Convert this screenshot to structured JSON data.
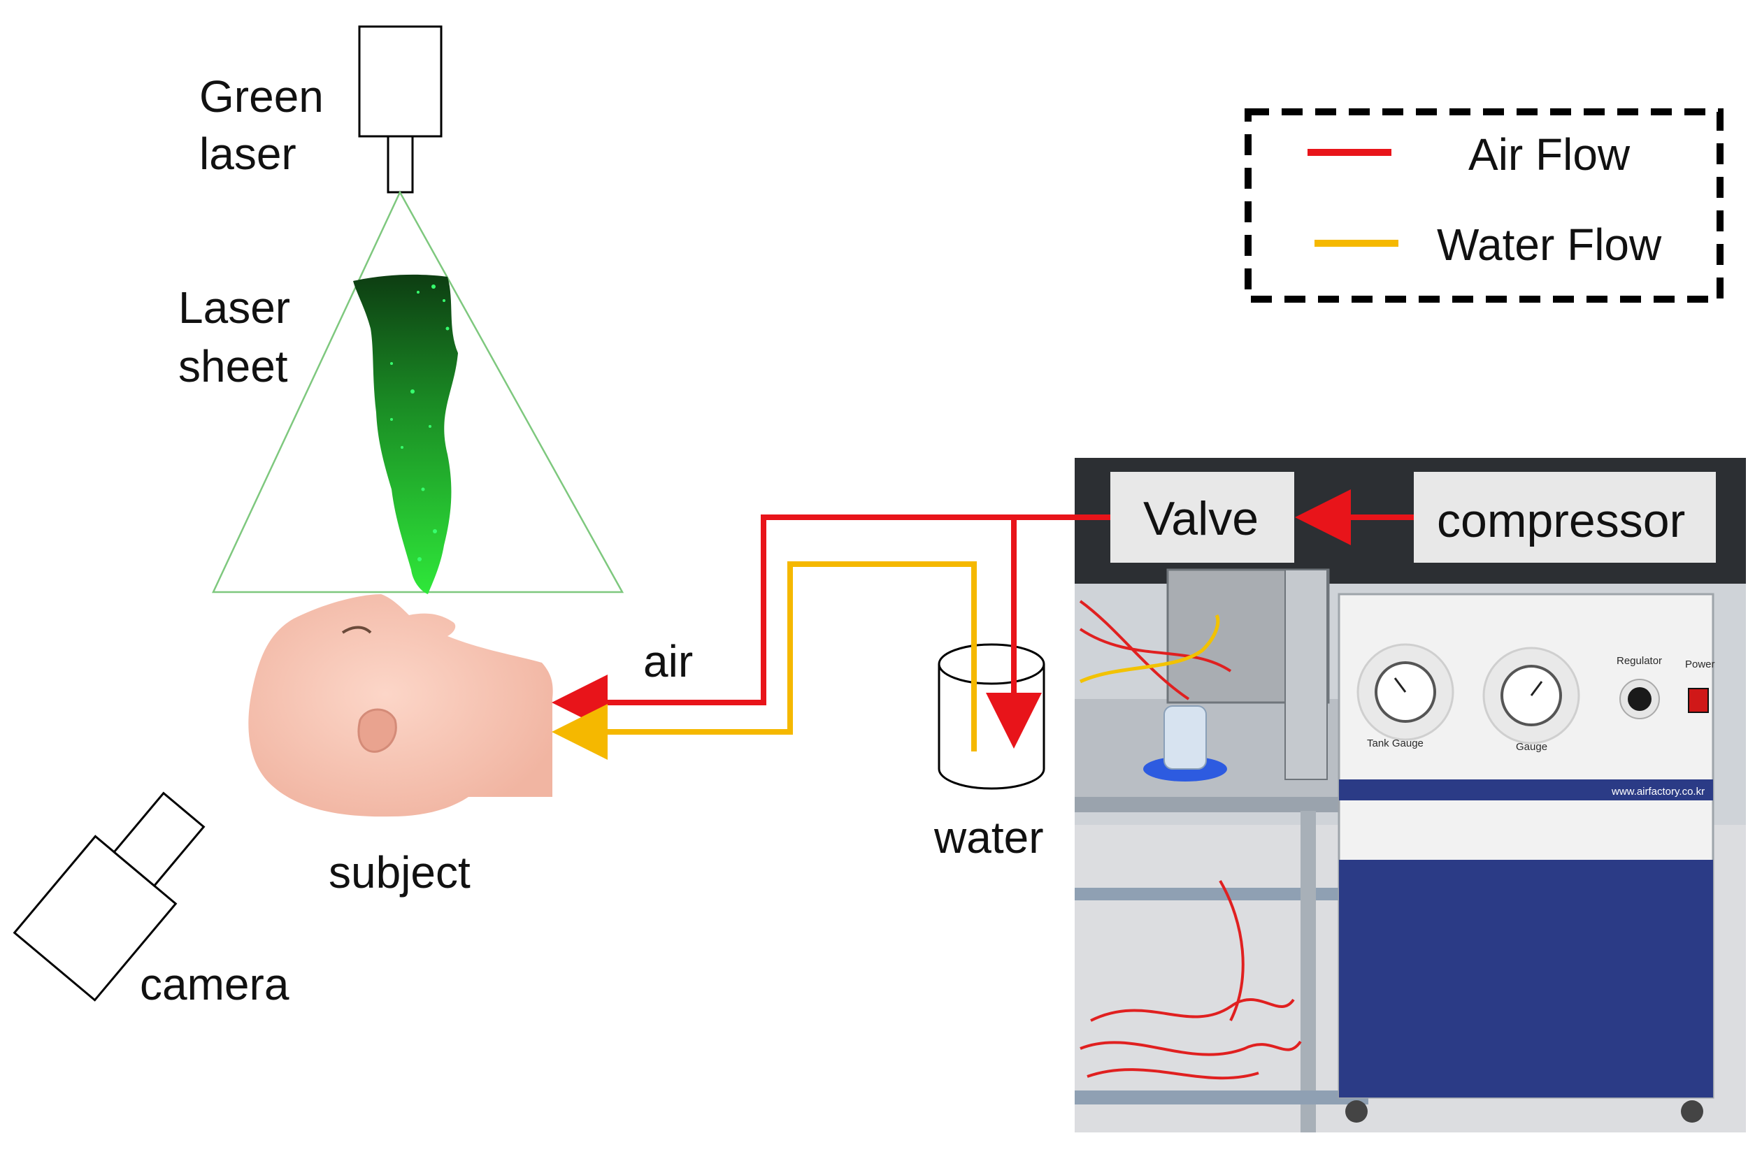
{
  "labels": {
    "green_laser_line1": "Green",
    "green_laser_line2": "laser",
    "laser_sheet_line1": "Laser",
    "laser_sheet_line2": "sheet",
    "air": "air",
    "water": "water",
    "subject": "subject",
    "camera": "camera",
    "valve": "Valve",
    "compressor": "compressor"
  },
  "legend": {
    "items": [
      {
        "label": "Air Flow",
        "color": "#e8141a"
      },
      {
        "label": "Water Flow",
        "color": "#f5b800"
      }
    ]
  },
  "device_panel": {
    "tank_gauge": "Tank Gauge",
    "gauge": "Gauge",
    "regulator": "Regulator",
    "power": "Power",
    "website": "www.airfactory.co.kr"
  },
  "colors": {
    "air": "#e8141a",
    "water": "#f5b800",
    "laser": "#1fd32a",
    "device_blue": "#2b3b86"
  }
}
